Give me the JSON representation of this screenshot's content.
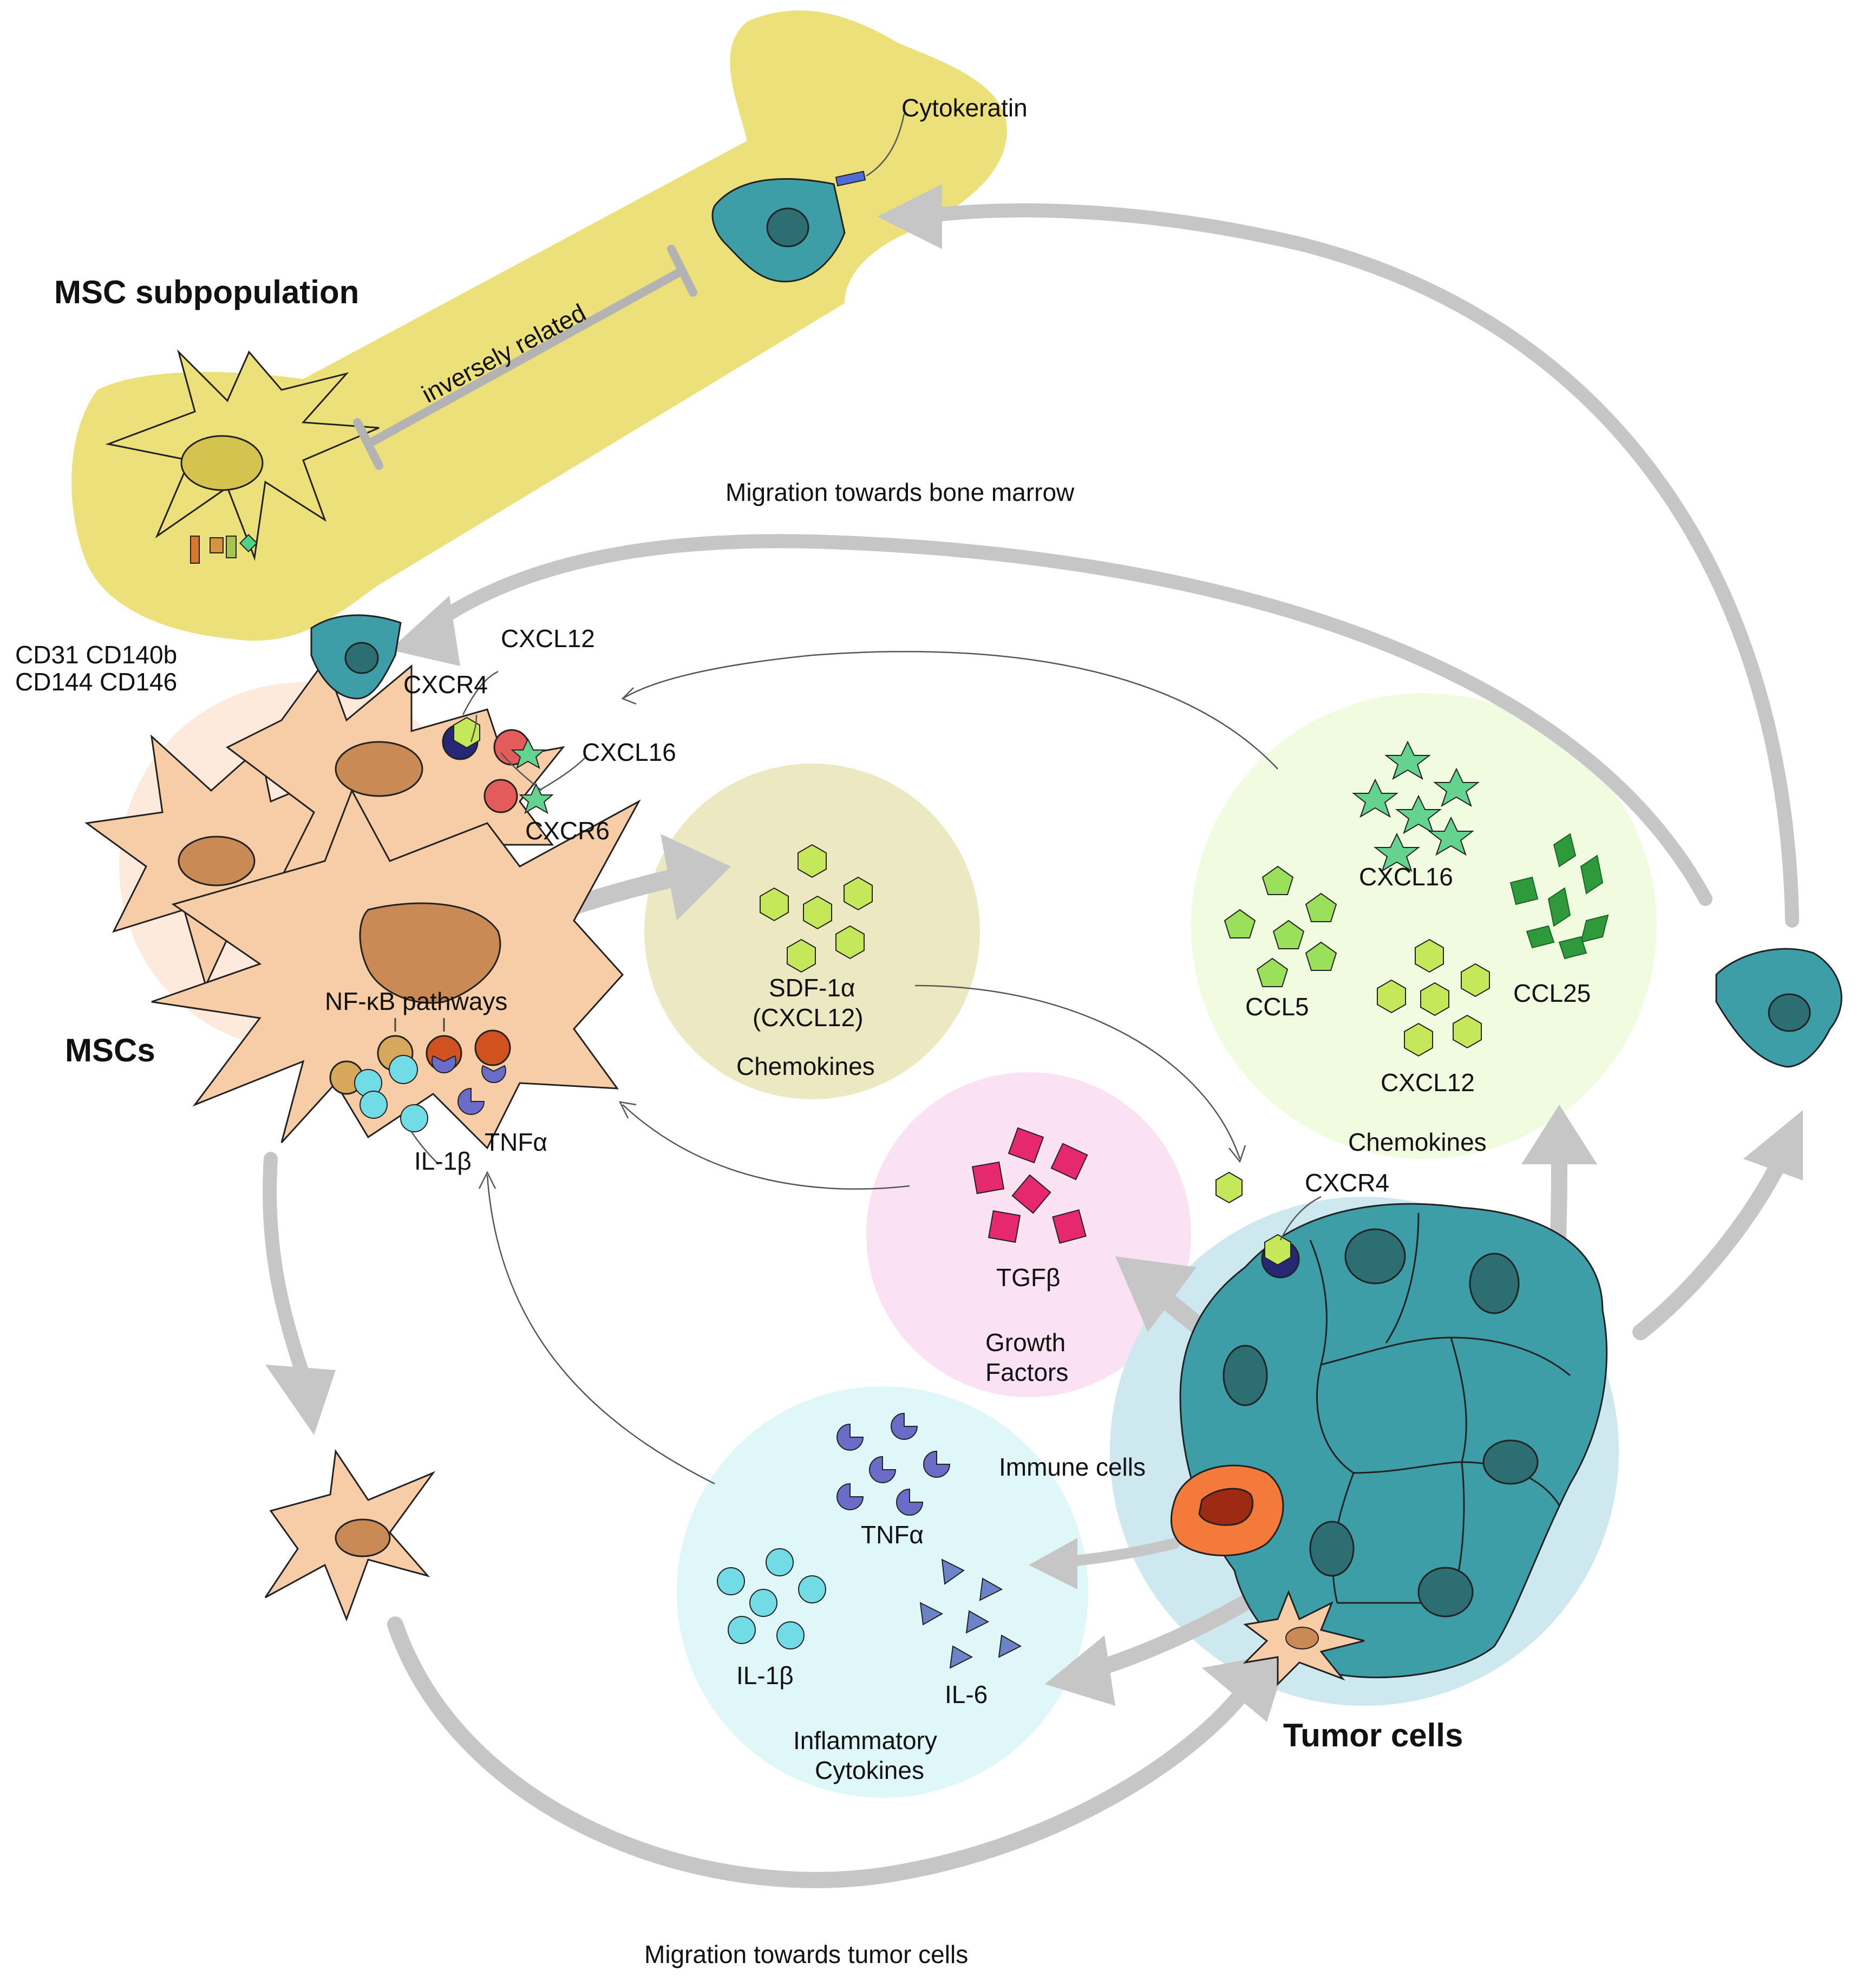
{
  "labels": {
    "cytokeratin": "Cytokeratin",
    "msc_subpopulation": "MSC subpopulation",
    "inversely_related": "inversely related",
    "migration_bone_marrow": "Migration towards bone marrow",
    "cd_markers_line1": "CD31 CD140b",
    "cd_markers_line2": "CD144 CD146",
    "cxcl12_top": "CXCL12",
    "cxcr4_top": "CXCR4",
    "cxcl16_top": "CXCL16",
    "cxcr6": "CXCR6",
    "mscs": "MSCs",
    "nfkb": "NF-κB pathways",
    "il1b_msc": "IL-1β",
    "tnfa_msc": "TNFα",
    "sdf1a_line1": "SDF-1α",
    "sdf1a_line2": "(CXCL12)",
    "chemokines_sdf": "Chemokines",
    "cxcl16_right": "CXCL16",
    "ccl5": "CCL5",
    "ccl25": "CCL25",
    "cxcl12_right": "CXCL12",
    "chemokines_right": "Chemokines",
    "tgfb": "TGFβ",
    "growth_factors_line1": "Growth",
    "growth_factors_line2": "Factors",
    "cxcr4_tumor": "CXCR4",
    "immune_cells": "Immune cells",
    "tnfa_inflam": "TNFα",
    "il1b_inflam": "IL-1β",
    "il6": "IL-6",
    "inflammatory_line1": "Inflammatory",
    "inflammatory_line2": "Cytokines",
    "tumor_cells": "Tumor cells",
    "migration_tumor_cells": "Migration towards tumor cells"
  },
  "colors": {
    "bone": "#ece07a",
    "msc_cell": "#f6cda6",
    "msc_nucleus": "#c98a55",
    "teal_cell": "#3d9ea7",
    "teal_nucleus": "#2c6e72",
    "sdf_circle": "#ece9c2",
    "chemokine_circle": "#f1fbdf",
    "growth_circle": "#fbe1f4",
    "inflam_circle": "#dff7f8",
    "tumor_halo": "#cde8ef",
    "arrow": "#c6c6c6",
    "cxcl12_hex": "#c4e85a",
    "cxcl16_star": "#63d38f",
    "ccl5_pent": "#9be05b",
    "ccl25_leaf": "#2f9a3c",
    "tgfb_square": "#e6286f",
    "tnfa": "#6a6cc8",
    "il1b": "#71dbe6",
    "il6": "#6b84c8",
    "immune_cell": "#f47a3c"
  },
  "icons": [
    "cytokeratin-marker-icon",
    "cxcr4-receptor-icon",
    "cxcr6-receptor-icon",
    "cxcl12-hexagon-icon",
    "cxcl16-star-icon",
    "ccl5-pentagon-icon",
    "ccl25-leaf-icon",
    "tgfb-square-icon",
    "tnfa-pacman-icon",
    "il1b-circle-icon",
    "il6-triangle-icon"
  ]
}
